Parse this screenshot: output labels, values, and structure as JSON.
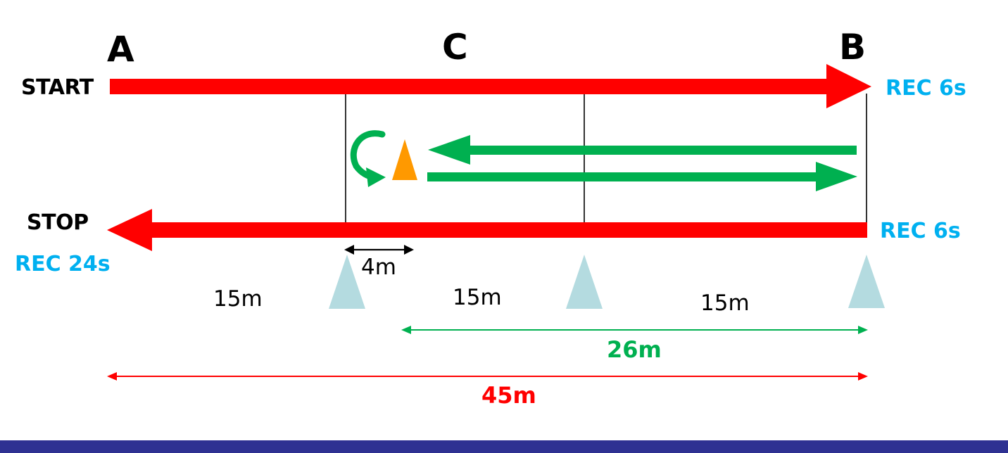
{
  "points": {
    "a": "A",
    "b": "B",
    "c": "C"
  },
  "start_label": "START",
  "stop_label": "STOP",
  "rec": {
    "at_b_start": "REC 6s",
    "at_b_stop": "REC 6s",
    "at_a": "REC 24s"
  },
  "distances": {
    "cone_offset": "4m",
    "segment_1": "15m",
    "segment_2": "15m",
    "segment_3": "15m",
    "green_span": "26m",
    "total": "45m"
  },
  "colors": {
    "red": "#ff0000",
    "green": "#00b050",
    "cyan_text": "#00b0f0",
    "orange_cone": "#ff9900",
    "grey_cone": "#b4dbe0",
    "footer": "#2e3192",
    "black": "#000000"
  },
  "icons": {
    "turn": "u-turn-arrow-icon",
    "orange_cone": "orange-cone-icon",
    "grey_cone": "grey-cone-icon"
  }
}
